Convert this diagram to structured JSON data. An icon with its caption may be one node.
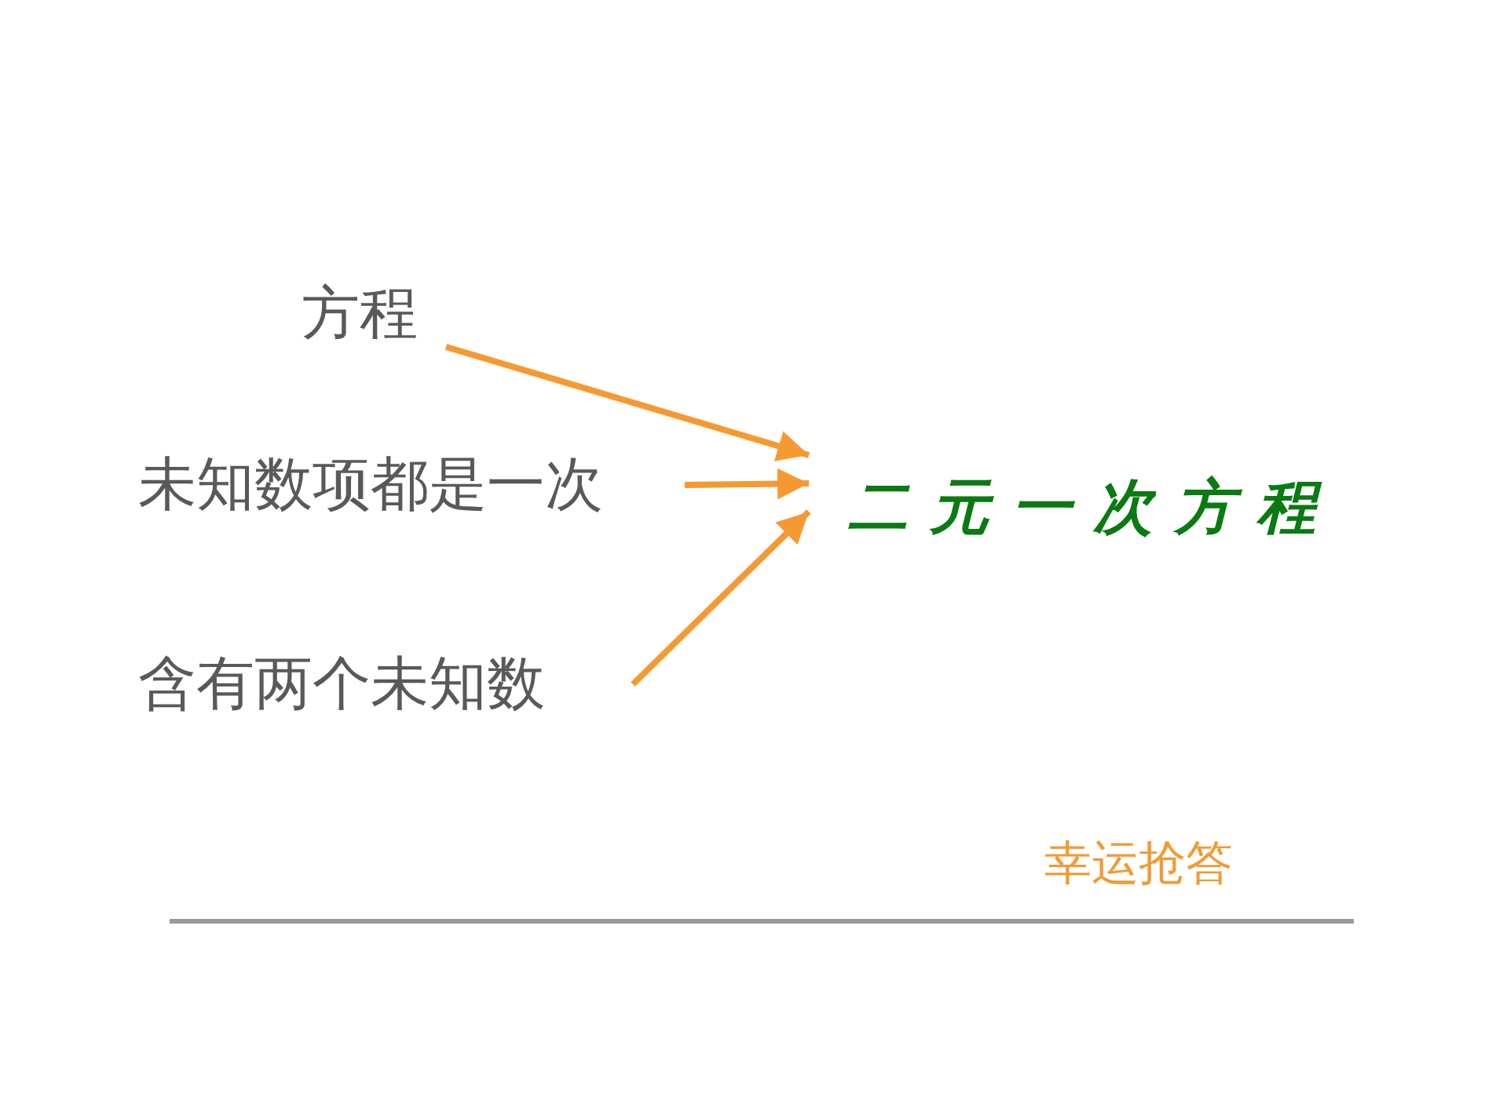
{
  "diagram": {
    "nodes": [
      {
        "text": [
          "方程"
        ]
      },
      {
        "text": [
          "未知数项都是一次"
        ]
      },
      {
        "text": [
          "含有两个未知数"
        ]
      },
      {
        "text": [
          "二元一次方程"
        ]
      }
    ],
    "edges": [
      {
        "from": 0,
        "to": 3,
        "arrow": "to"
      },
      {
        "from": 1,
        "to": 3,
        "arrow": "to"
      },
      {
        "from": 2,
        "to": 3,
        "arrow": "to"
      }
    ],
    "labels": [
      "幸运抢答"
    ]
  }
}
